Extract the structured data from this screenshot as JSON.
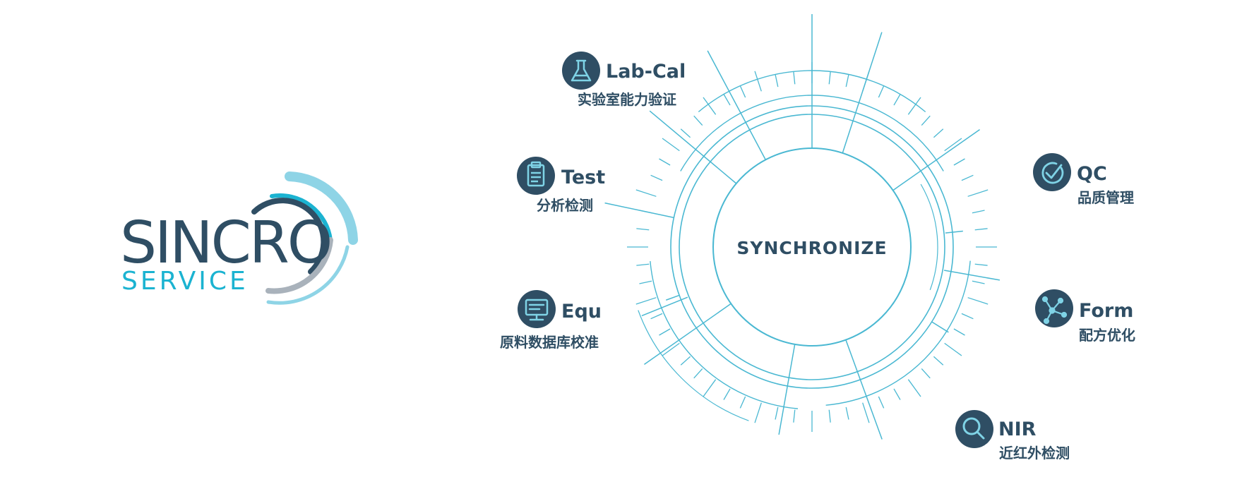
{
  "logo": {
    "main_text": "SINCRO",
    "sub_text": "SERVICE",
    "colors": {
      "dark": "#2f4e64",
      "cyan": "#1bb3d1",
      "light": "#8ed4e6",
      "gray": "#a9b2bb"
    }
  },
  "diagram": {
    "center_label": "SYNCHRONIZE",
    "line_color": "#4ab8d2",
    "badge_color": "#2f4e64",
    "modules": [
      {
        "id": "lab-cal",
        "title": "Lab-Cal",
        "subtitle": "实验室能力验证",
        "icon": "flask-icon"
      },
      {
        "id": "test",
        "title": "Test",
        "subtitle": "分析检测",
        "icon": "clipboard-icon"
      },
      {
        "id": "equ",
        "title": "Equ",
        "subtitle": "原料数据库校准",
        "icon": "monitor-icon"
      },
      {
        "id": "qc",
        "title": "QC",
        "subtitle": "品质管理",
        "icon": "check-circle-icon"
      },
      {
        "id": "form",
        "title": "Form",
        "subtitle": "配方优化",
        "icon": "network-icon"
      },
      {
        "id": "nir",
        "title": "NIR",
        "subtitle": "近红外检测",
        "icon": "magnifier-icon"
      }
    ]
  }
}
